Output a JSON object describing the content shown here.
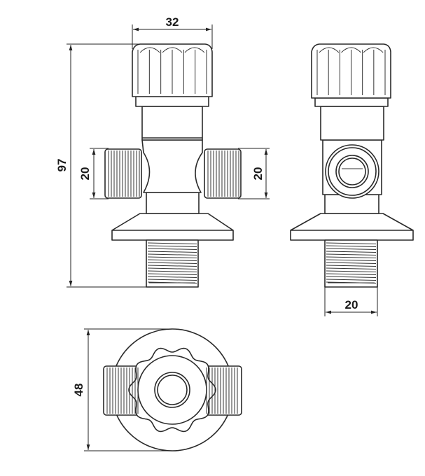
{
  "drawing": {
    "line_color": "#2a2a2a",
    "views": [
      "front-view",
      "side-view",
      "bottom-view"
    ],
    "dimensions": {
      "knob_width": "32",
      "overall_height": "97",
      "left_outlet": "20",
      "right_outlet": "20",
      "bottom_thread": "20",
      "flange_diameter": "48"
    }
  }
}
